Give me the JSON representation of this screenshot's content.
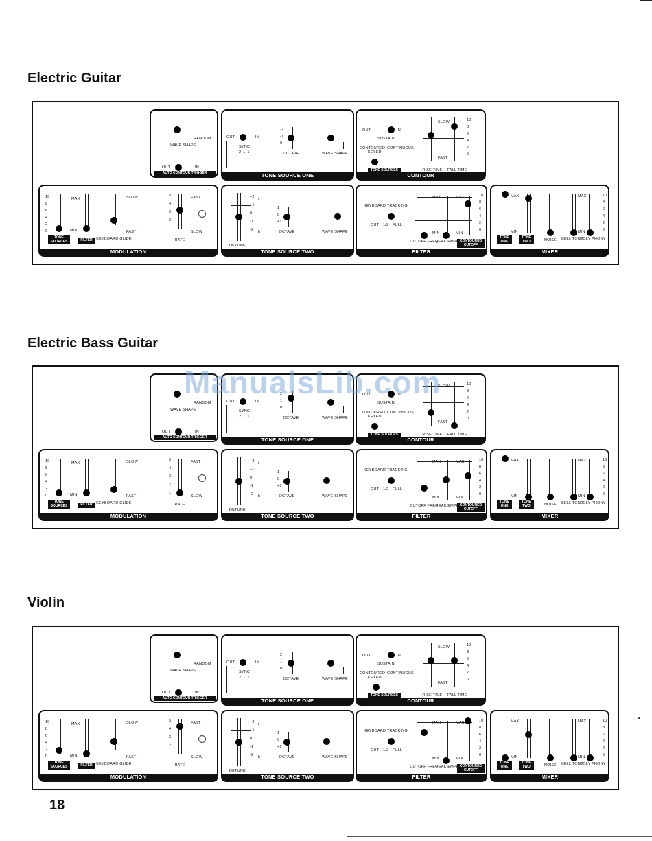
{
  "panels": [
    {
      "title": "Electric Guitar",
      "modulation": {
        "label": "MODULATION",
        "max": "MAX",
        "min": "MIN",
        "slow": "SLOW",
        "fast": "FAST",
        "keyboard_glide": "KEYBOARD GLIDE",
        "rate": "RATE",
        "tone_sources": "TONE SOURCES",
        "filter": "FILTER",
        "rate_fast": "FAST",
        "rate_slow": "SLOW",
        "scale": [
          "10",
          "8",
          "6",
          "4",
          "2",
          "0"
        ],
        "rate_scale": [
          "5",
          "4",
          "3",
          "2",
          "1"
        ]
      },
      "upper_left": {
        "random": "RANDOM",
        "wave_shape": "WAVE SHAPE",
        "out": "OUT",
        "in": "IN",
        "auto_contour_trigger": "AUTO CONTOUR TRIGGER"
      },
      "tone_source_one": {
        "label": "TONE SOURCE ONE",
        "out": "OUT",
        "in": "IN",
        "sync": "SYNC",
        "sync_ratio": "2 → 1",
        "octave": "OCTAVE",
        "wave_shape": "WAVE SHAPE",
        "oct_scale": [
          "-2",
          "-1",
          "0"
        ]
      },
      "tone_source_two": {
        "label": "TONE SOURCE TWO",
        "detune": "DETUNE",
        "octave": "OCTAVE",
        "wave_shape": "WAVE SHAPE",
        "scale": [
          "+2",
          "+1",
          "0",
          "-1",
          "-2"
        ],
        "oct_scale": [
          "1",
          "0",
          "+1"
        ],
        "sharp": "♯",
        "flat": "b"
      },
      "contour": {
        "label": "CONTOUR",
        "out": "OUT",
        "in": "IN",
        "sustain": "SUSTAIN",
        "contoured": "CONTOURED",
        "continuous": "CONTINUOUS",
        "keyed": "KEYED",
        "tone_sources": "TONE SOURCES",
        "slow": "SLOW",
        "fast": "FAST",
        "rise_time": "RISE TIME",
        "fall_time": "FALL TIME",
        "scale": [
          "10",
          "8",
          "6",
          "4",
          "2",
          "0"
        ]
      },
      "filter": {
        "label": "FILTER",
        "keyboard_tracking": "KEYBOARD TRACKING",
        "out": "OUT",
        "half": "1/2",
        "full": "FULL",
        "max": "MAX",
        "min": "MIN",
        "cutoff_freq": "CUTOFF FREQ",
        "peak_emph": "PEAK EMPH",
        "contoured_cutoff": "CONTOURED CUTOFF",
        "scale": [
          "10",
          "8",
          "6",
          "4",
          "2",
          "0"
        ]
      },
      "mixer": {
        "label": "MIXER",
        "max": "MAX",
        "min": "MIN",
        "tone_one": "TONE ONE",
        "tone_two": "TONE TWO",
        "noise": "NOISE",
        "bell_tone": "BELL TONE",
        "poly_phony": "POLY PHONY",
        "scale": [
          "10",
          "8",
          "6",
          "4",
          "2",
          "0"
        ]
      }
    },
    {
      "title": "Electric Bass Guitar",
      "modulation": {
        "label": "MODULATION",
        "max": "MAX",
        "min": "MIN",
        "slow": "SLOW",
        "fast": "FAST",
        "keyboard_glide": "KEYBOARD GLIDE",
        "rate": "RATE",
        "tone_sources": "TONE SOURCES",
        "filter": "FILTER",
        "rate_fast": "FAST",
        "rate_slow": "SLOW",
        "scale": [
          "10",
          "8",
          "6",
          "4",
          "2",
          "0"
        ],
        "rate_scale": [
          "5",
          "4",
          "3",
          "2",
          "1"
        ]
      },
      "upper_left": {
        "random": "RANDOM",
        "wave_shape": "WAVE SHAPE",
        "out": "OUT",
        "in": "IN",
        "auto_contour_trigger": "AUTO CONTOUR TRIGGER"
      },
      "tone_source_one": {
        "label": "TONE SOURCE ONE",
        "out": "OUT",
        "in": "IN",
        "sync": "SYNC",
        "sync_ratio": "2 → 1",
        "octave": "OCTAVE",
        "wave_shape": "WAVE SHAPE",
        "oct_scale": [
          "2",
          "1",
          "0"
        ]
      },
      "tone_source_two": {
        "label": "TONE SOURCE TWO",
        "detune": "DETUNE",
        "octave": "OCTAVE",
        "wave_shape": "WAVE SHAPE",
        "scale": [
          "+2",
          "+1",
          "0",
          "-1",
          "-2"
        ],
        "oct_scale": [
          "1",
          "0",
          "+1"
        ],
        "sharp": "♯",
        "flat": "b"
      },
      "contour": {
        "label": "CONTOUR",
        "out": "OUT",
        "in": "IN",
        "sustain": "SUSTAIN",
        "contoured": "CONTOURED",
        "continuous": "CONTINUOUS",
        "keyed": "KEYED",
        "tone_sources": "TONE SOURCES",
        "slow": "SLOW",
        "fast": "FAST",
        "rise_time": "RISE TIME",
        "fall_time": "FALL TIME",
        "scale": [
          "10",
          "8",
          "6",
          "4",
          "2",
          "0"
        ]
      },
      "filter": {
        "label": "FILTER",
        "keyboard_tracking": "KEYBOARD TRACKING",
        "out": "OUT",
        "half": "1/2",
        "full": "FULL",
        "max": "MAX",
        "min": "MIN",
        "cutoff_freq": "CUTOFF FREQ",
        "peak_emph": "PEAK EMPH",
        "contoured_cutoff": "CONTOURED CUTOFF",
        "scale": [
          "10",
          "8",
          "6",
          "4",
          "2",
          "0"
        ]
      },
      "mixer": {
        "label": "MIXER",
        "max": "MAX",
        "min": "MIN",
        "tone_one": "TONE ONE",
        "tone_two": "TONE TWO",
        "noise": "NOISE",
        "bell_tone": "BELL TONE",
        "poly_phony": "POLY PHONY",
        "scale": [
          "10",
          "8",
          "6",
          "4",
          "2",
          "0"
        ]
      }
    },
    {
      "title": "Violin",
      "modulation": {
        "label": "MODULATION",
        "max": "MAX",
        "min": "MIN",
        "slow": "SLOW",
        "fast": "FAST",
        "keyboard_glide": "KEYBOARD GLIDE",
        "rate": "RATE",
        "tone_sources": "TONE SOURCES",
        "filter": "FILTER",
        "rate_fast": "FAST",
        "rate_slow": "SLOW",
        "scale": [
          "10",
          "8",
          "6",
          "4",
          "2",
          "0"
        ],
        "rate_scale": [
          "5",
          "4",
          "3",
          "2",
          "1"
        ]
      },
      "upper_left": {
        "random": "RANDOM",
        "wave_shape": "WAVE SHAPE",
        "out": "OUT",
        "in": "IN",
        "auto_contour_trigger": "AUTO CONTOUR TRIGGER"
      },
      "tone_source_one": {
        "label": "TONE SOURCE ONE",
        "out": "OUT",
        "in": "IN",
        "sync": "SYNC",
        "sync_ratio": "2 → 1",
        "octave": "OCTAVE",
        "wave_shape": "WAVE SHAPE",
        "oct_scale": [
          "2",
          "1",
          "0"
        ]
      },
      "tone_source_two": {
        "label": "TONE SOURCE TWO",
        "detune": "DETUNE",
        "octave": "OCTAVE",
        "wave_shape": "WAVE SHAPE",
        "scale": [
          "+2",
          "+1",
          "0",
          "-1",
          "-2"
        ],
        "oct_scale": [
          "1",
          "0",
          "+1"
        ],
        "sharp": "♯",
        "flat": "b"
      },
      "contour": {
        "label": "CONTOUR",
        "out": "OUT",
        "in": "IN",
        "sustain": "SUSTAIN",
        "contoured": "CONTOURED",
        "continuous": "CONTINUOUS",
        "keyed": "KEYED",
        "tone_sources": "TONE SOURCES",
        "slow": "SLOW",
        "fast": "FAST",
        "rise_time": "RISE TIME",
        "fall_time": "FALL TIME",
        "scale": [
          "10",
          "8",
          "6",
          "4",
          "2",
          "0"
        ]
      },
      "filter": {
        "label": "FILTER",
        "keyboard_tracking": "KEYBOARD TRACKING",
        "out": "OUT",
        "half": "1/2",
        "full": "FULL",
        "max": "MAX",
        "min": "MIN",
        "cutoff_freq": "CUTOFF FREQ",
        "peak_emph": "PEAK EMPH",
        "contoured_cutoff": "CONTOURED CUTOFF",
        "scale": [
          "10",
          "8",
          "6",
          "4",
          "2",
          "0"
        ]
      },
      "mixer": {
        "label": "MIXER",
        "max": "MAX",
        "min": "MIN",
        "tone_one": "TONE ONE",
        "tone_two": "TONE TWO",
        "noise": "NOISE",
        "bell_tone": "BELL TONE",
        "poly_phony": "POLY PHONY",
        "scale": [
          "10",
          "8",
          "6",
          "4",
          "2",
          "0"
        ]
      }
    }
  ],
  "settings": [
    {
      "mod_ts": 0,
      "mod_filter": 0,
      "glide": 0.15,
      "rate": 0.55,
      "waveshape": "left",
      "auto_contour": "out",
      "ts1_sync": "out",
      "ts1_octave": 0.5,
      "ts1_wave": "left",
      "ts2_detune": 0.5,
      "ts2_octave": 0.5,
      "ts2_wave": "right",
      "contour_sustain": "out",
      "contour_mode": "contoured",
      "rise": 0.6,
      "fall": 0.8,
      "kbd_track": "half",
      "cutoff": 0,
      "peak": 0,
      "contoured_cutoff": 0.8,
      "mix_one": 1,
      "mix_two": 0.9,
      "mix_noise": 0,
      "mix_bell": 0,
      "mix_poly": 0
    },
    {
      "mod_ts": 0,
      "mod_filter": 0,
      "glide": 0,
      "rate": 0,
      "waveshape": "left",
      "auto_contour": "out",
      "ts1_sync": "out",
      "ts1_octave": 0.7,
      "ts1_wave": "left",
      "ts2_detune": 0.5,
      "ts2_octave": 0.5,
      "ts2_wave": "left",
      "contour_sustain": "out",
      "contour_mode": "contoured",
      "rise": 0.3,
      "fall": 0,
      "kbd_track": "half",
      "cutoff": 0.3,
      "peak": 0.5,
      "contoured_cutoff": 0.6,
      "mix_one": 1,
      "mix_two": 0,
      "mix_noise": 0,
      "mix_bell": 0,
      "mix_poly": 0
    },
    {
      "mod_ts": 0.1,
      "mod_filter": 0,
      "glide": 0.3,
      "rate": 0.8,
      "waveshape": "left",
      "auto_contour": "out",
      "ts1_sync": "out",
      "ts1_octave": 0.5,
      "ts1_wave": "left",
      "ts2_detune": 0.5,
      "ts2_octave": 0.5,
      "ts2_wave": "left",
      "contour_sustain": "out",
      "contour_mode": "keyed",
      "rise": 0.6,
      "fall": 0.6,
      "kbd_track": "half",
      "cutoff": 0.7,
      "peak": 0,
      "contoured_cutoff": 1,
      "mix_one": 0,
      "mix_two": 0.6,
      "mix_noise": 0,
      "mix_bell": 0,
      "mix_poly": 0
    }
  ],
  "page_number": "18",
  "watermark": "ManualsLib.com"
}
